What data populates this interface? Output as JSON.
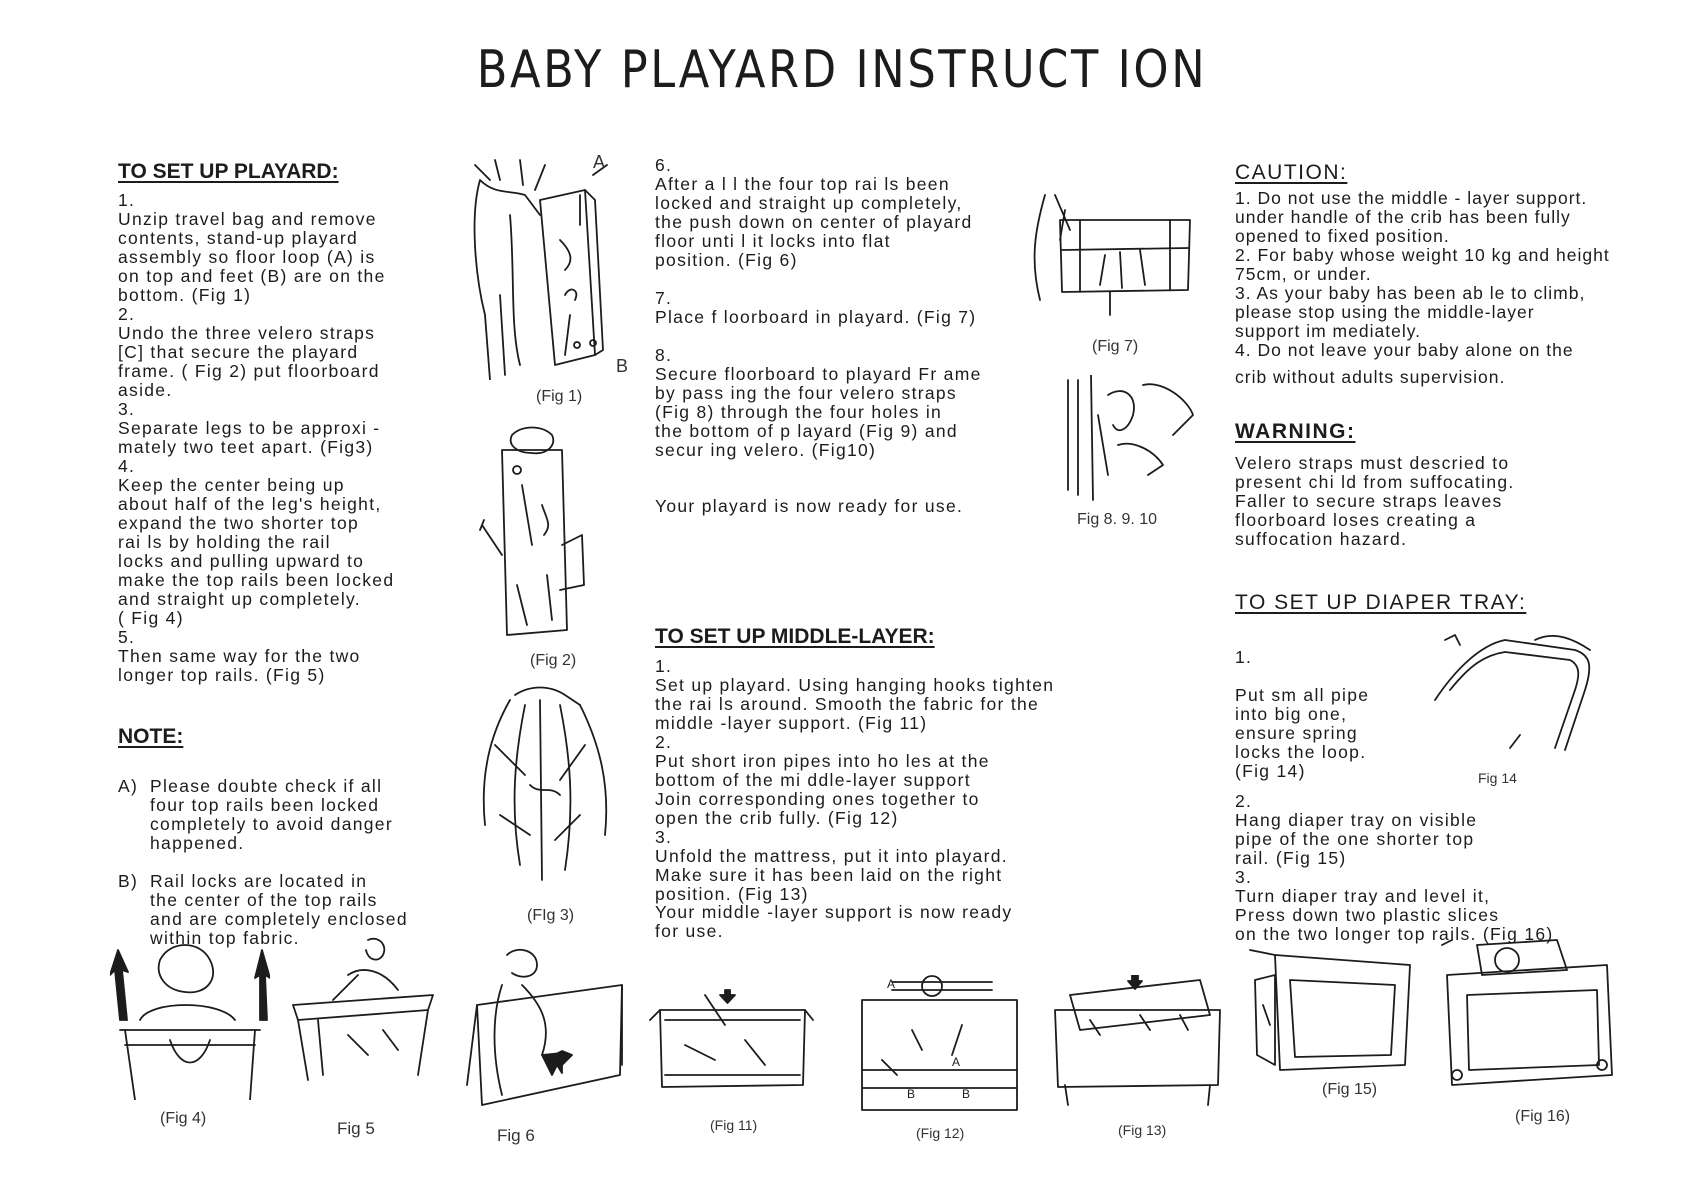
{
  "title": "BABY  PLAYARD  INSTRUCT ION",
  "setup": {
    "heading": "TO SET UP PLAYARD:",
    "text": "1.\nUnzip travel bag and remove\ncontents, stand-up playard\nassembly so floor loop (A) is\non top and feet (B) are on the\nbottom. (Fig 1)\n2.\nUndo the three velero straps\n[C] that secure the playard\nframe. ( Fig 2) put floorboard\naside.\n3.\nSeparate legs to be approxi -\nmately two teet apart. (Fig3)\n4.\nKeep the center being up\nabout half of the leg's height,\nexpand the two shorter top\nrai ls by holding the rail\nlocks and pulling upward to\nmake the top rails been locked\nand straight up completely.\n( Fig 4)\n5.\nThen same way for the two\nlonger top rails. (Fig 5)"
  },
  "note": {
    "heading": "NOTE:",
    "items": [
      {
        "mark": "A)",
        "text": "Please doubte check if all\nfour top rails been locked\ncompletely to avoid danger\nhappened."
      },
      {
        "mark": "B)",
        "text": "Rail locks are located in\nthe center of the top rails\nand are completely enclosed\nwithin top fabric."
      }
    ]
  },
  "col2": {
    "steps6to8": "6.\nAfter a l l the four top rai ls been\nlocked and straight up completely,\nthe push down on center of playard\nfloor unti l it locks into flat\nposition. (Fig 6)\n\n7.\nPlace f loorboard in playard. (Fig 7)\n\n8.\nSecure floorboard to playard Fr ame\nby pass ing the four velero straps\n(Fig 8) through the four holes in\nthe bottom of p layard (Fig 9) and\nsecur ing velero. (Fig10)",
    "ready": "Your playard is now ready for use."
  },
  "middle": {
    "heading": "TO SET UP MIDDLE-LAYER:",
    "text": "1.\nSet up playard. Using hanging hooks tighten\nthe rai ls around. Smooth the fabric for the\nmiddle -layer support. (Fig 11)\n2.\nPut short iron pipes into ho les at the\nbottom of the mi ddle-layer support\nJoin corresponding ones together to\nopen the crib fully. (Fig 12)\n3.\nUnfold the mattress, put it into playard.\nMake sure it has been laid on the right\nposition. (Fig 13)",
    "ready": "Your middle -layer support is now ready\nfor use."
  },
  "caution": {
    "heading": "CAUTION:",
    "text": "1. Do not use the middle - layer support.\nunder handle of the crib has been fully\nopened to fixed position.\n2. For baby whose weight 10 kg and height\n75cm, or under.\n3. As your baby has been ab le to climb,\nplease stop using the middle-layer\nsupport im mediately.\n4. Do not leave your baby alone on the",
    "text2": "crib without adults supervision."
  },
  "warning": {
    "heading": "WARNING:",
    "text": "Velero straps must descried to\npresent chi ld from suffocating.\nFaller to secure straps leaves\nfloorboard loses creating a\nsuffocation hazard."
  },
  "diaper": {
    "heading": "TO SET UP DIAPER TRAY:",
    "step1": "1.\n\nPut sm all pipe\ninto big one,\nensure spring\nlocks the loop.\n(Fig 14)",
    "text": "2.\nHang diaper tray on visible\npipe of the one shorter top\nrail. (Fig 15)\n3.\nTurn diaper tray and level it,\nPress down two plastic slices\non the two longer top rails. (Fig 16)"
  },
  "figures": {
    "fig1": "(Fig 1)",
    "fig1_a": "A",
    "fig1_b": "B",
    "fig2": "(Fig 2)",
    "fig3": "(FIg 3)",
    "fig4": "(Fig 4)",
    "fig5": "Fig 5",
    "fig6": "Fig 6",
    "fig7": "(Fig 7)",
    "fig8910": "Fig 8. 9. 10",
    "fig11": "(Fig 11)",
    "fig12": "(Fig 12)",
    "fig13": "(Fig 13)",
    "fig14": "Fig 14",
    "fig15": "(Fig 15)",
    "fig16": "(Fig 16)"
  }
}
